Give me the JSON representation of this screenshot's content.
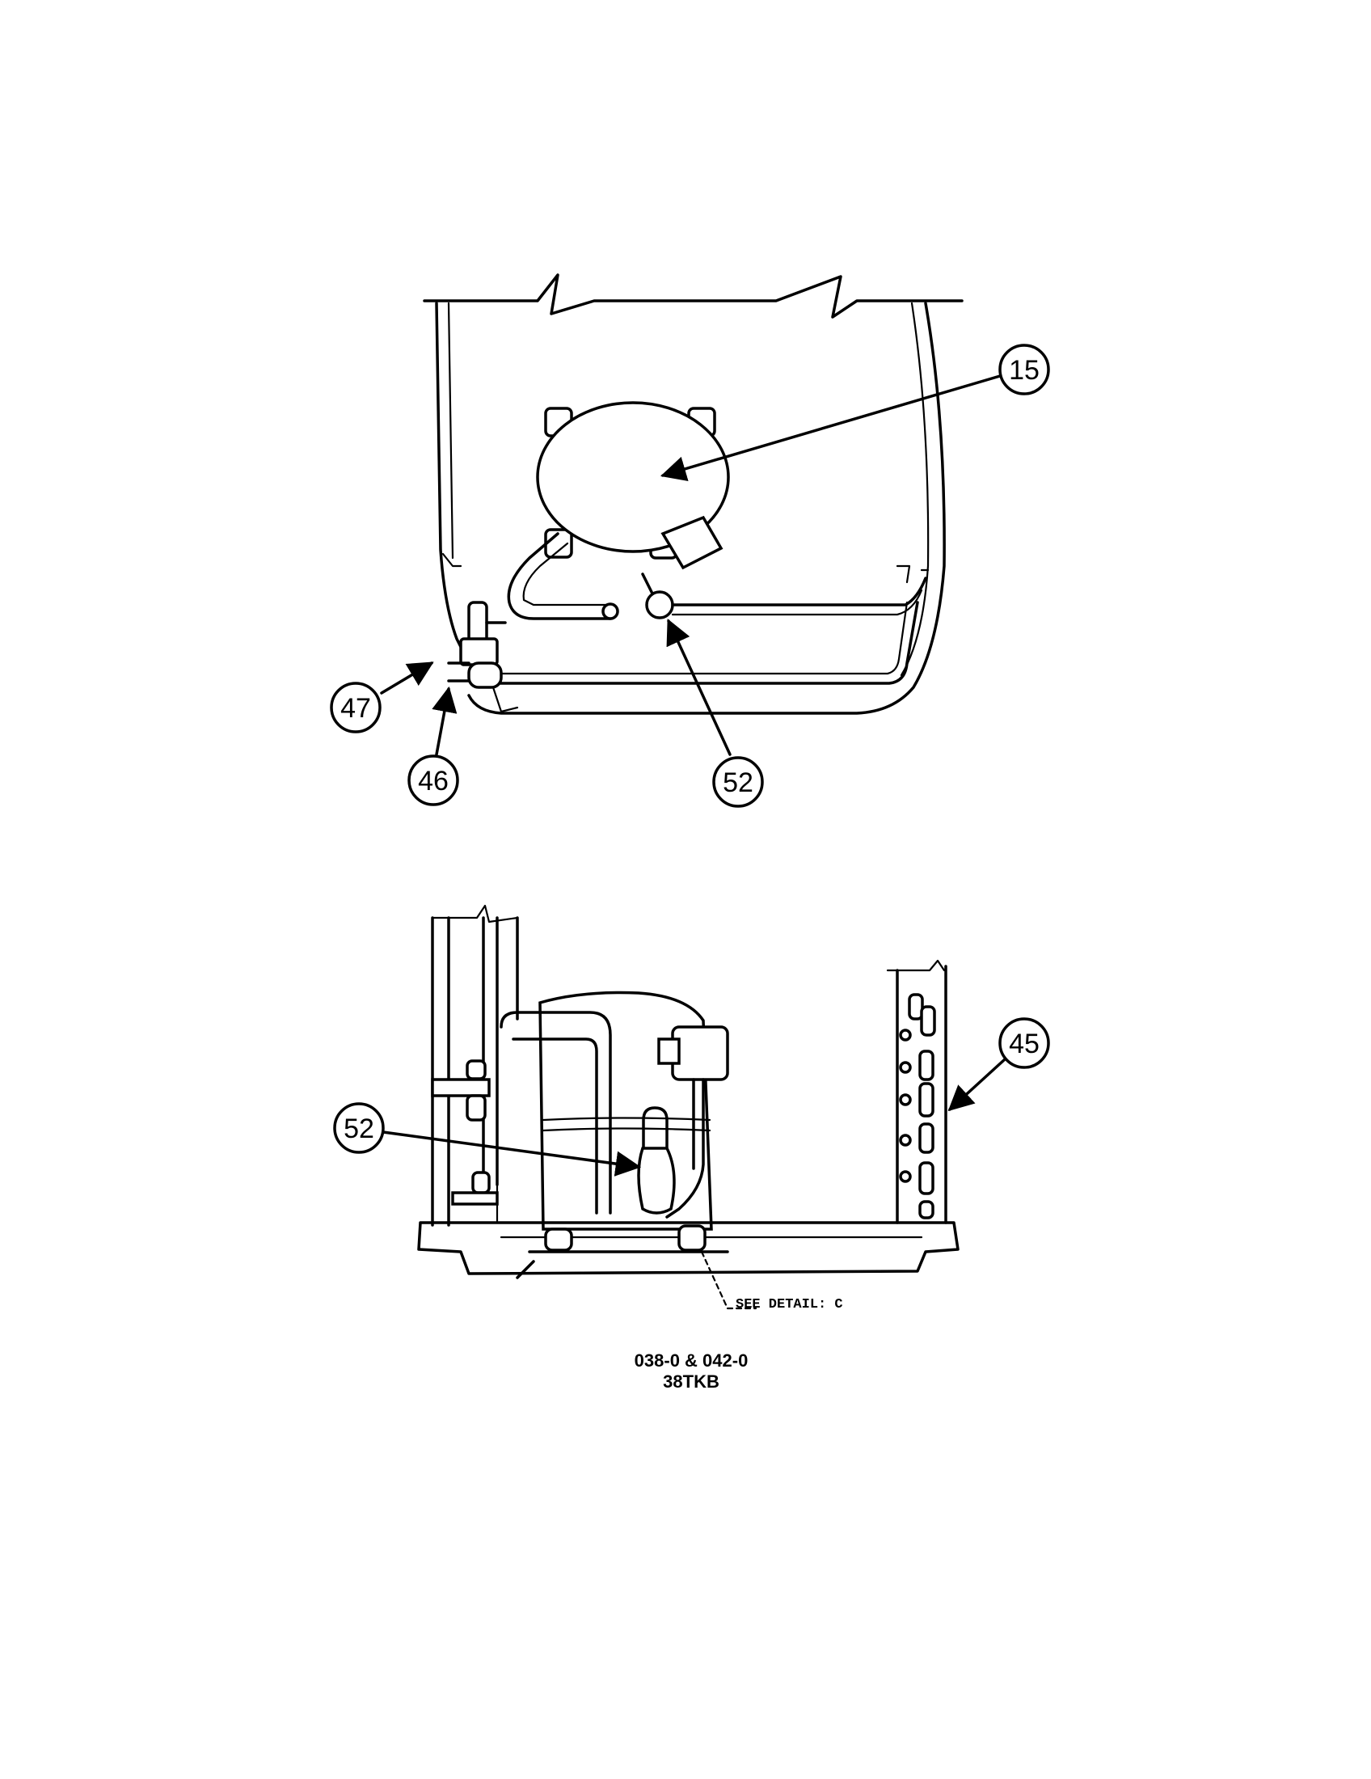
{
  "callouts_top": [
    {
      "id": "callout-15",
      "label": "15"
    },
    {
      "id": "callout-52-top",
      "label": "52"
    },
    {
      "id": "callout-47",
      "label": "47"
    },
    {
      "id": "callout-46",
      "label": "46"
    }
  ],
  "callouts_bottom": [
    {
      "id": "callout-52-bottom",
      "label": "52"
    },
    {
      "id": "callout-45",
      "label": "45"
    }
  ],
  "detail_note": "SEE DETAIL: C",
  "caption": {
    "line1": "038-0 & 042-0",
    "line2": "38TKB"
  }
}
